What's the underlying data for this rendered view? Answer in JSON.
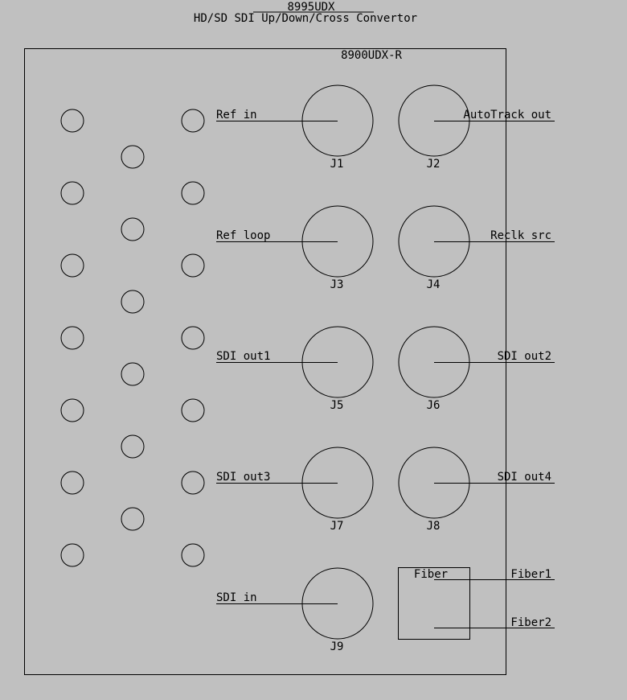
{
  "header": {
    "model": "8995UDX",
    "subtitle": "HD/SD SDI Up/Down/Cross Convertor"
  },
  "panel": {
    "name": "8900UDX-R"
  },
  "connectors": [
    {
      "id": "J1",
      "signal": "Ref_in",
      "side": "left"
    },
    {
      "id": "J2",
      "signal": "AutoTrack_out",
      "side": "right"
    },
    {
      "id": "J3",
      "signal": "Ref_loop",
      "side": "left"
    },
    {
      "id": "J4",
      "signal": "Reclk_src",
      "side": "right"
    },
    {
      "id": "J5",
      "signal": "SDI_out1",
      "side": "left"
    },
    {
      "id": "J6",
      "signal": "SDI_out2",
      "side": "right"
    },
    {
      "id": "J7",
      "signal": "SDI_out3",
      "side": "left"
    },
    {
      "id": "J8",
      "signal": "SDI_out4",
      "side": "right"
    },
    {
      "id": "J9",
      "signal": "SDI_in",
      "side": "left"
    }
  ],
  "fiber": {
    "label": "Fiber",
    "ports": [
      "Fiber1",
      "Fiber2"
    ]
  },
  "colors": {
    "background": "#c0c0c0",
    "stroke": "#000000"
  }
}
